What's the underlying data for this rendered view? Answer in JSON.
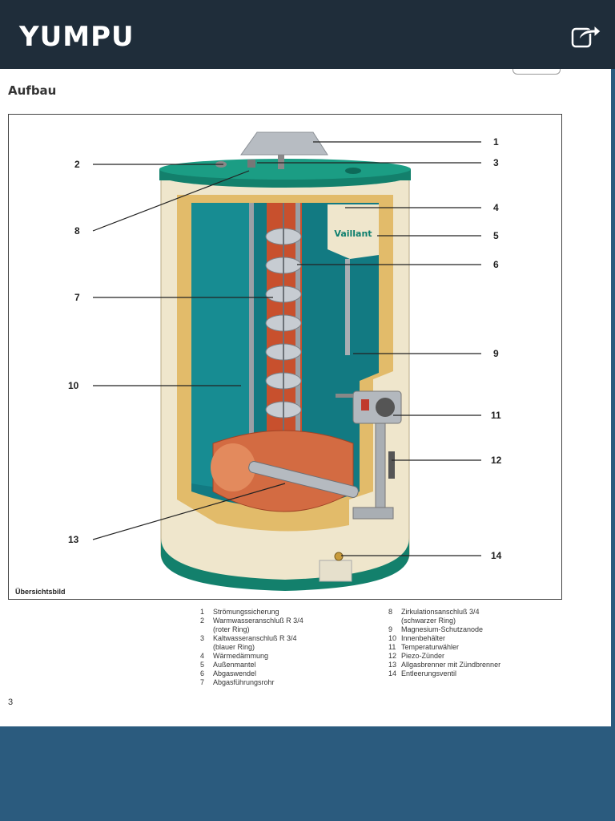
{
  "app": {
    "logo": "YUMPU",
    "share_icon": "share-icon"
  },
  "doc": {
    "heading": "Aufbau",
    "figure_caption": "Übersichtsbild",
    "brand_label": "Vaillant",
    "callouts": [
      "1",
      "2",
      "3",
      "4",
      "5",
      "6",
      "7",
      "8",
      "9",
      "10",
      "11",
      "12",
      "13",
      "14"
    ],
    "legend_left": [
      {
        "n": "1",
        "t": "Strömungssicherung"
      },
      {
        "n": "2",
        "t": "Warmwasseranschluß R 3/4"
      },
      {
        "n": "",
        "t": "(roter Ring)"
      },
      {
        "n": "3",
        "t": "Kaltwasseranschluß R 3/4"
      },
      {
        "n": "",
        "t": "(blauer Ring)"
      },
      {
        "n": "4",
        "t": "Wärmedämmung"
      },
      {
        "n": "5",
        "t": "Außenmantel"
      },
      {
        "n": "6",
        "t": "Abgaswendel"
      },
      {
        "n": "7",
        "t": "Abgasführungsrohr"
      }
    ],
    "legend_right": [
      {
        "n": "8",
        "t": "Zirkulationsanschluß 3/4"
      },
      {
        "n": "",
        "t": "(schwarzer Ring)"
      },
      {
        "n": "9",
        "t": "Magnesium-Schutzanode"
      },
      {
        "n": "10",
        "t": "Innenbehälter"
      },
      {
        "n": "11",
        "t": "Temperaturwähler"
      },
      {
        "n": "12",
        "t": "Piezo-Zünder"
      },
      {
        "n": "13",
        "t": "Allgasbrenner mit Zündbrenner"
      },
      {
        "n": "14",
        "t": "Entleerungsventil"
      }
    ],
    "page_number": "3"
  },
  "colors": {
    "topbar": "#1f2d3a",
    "background": "#2b5b7e",
    "tank_shell": "#efe6cc",
    "tank_cap": "#13806c",
    "water": "#127a82",
    "insulation": "#e2bb6a",
    "copper": "#c8502d"
  }
}
